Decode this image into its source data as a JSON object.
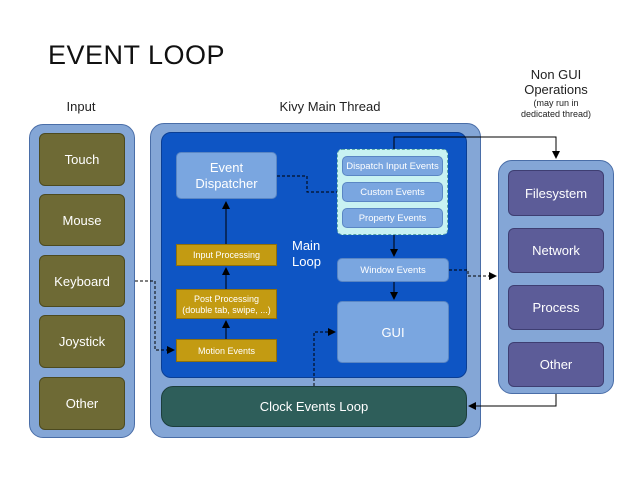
{
  "title": "EVENT LOOP",
  "headers": {
    "input": "Input",
    "main_thread": "Kivy Main Thread",
    "non_gui_line1": "Non GUI",
    "non_gui_line2": "Operations",
    "non_gui_note1": "(may run in",
    "non_gui_note2": "dedicated thread)"
  },
  "input_items": [
    "Touch",
    "Mouse",
    "Keyboard",
    "Joystick",
    "Other"
  ],
  "main": {
    "event_dispatcher_line1": "Event",
    "event_dispatcher_line2": "Dispatcher",
    "dispatch_input_events": "Dispatch Input Events",
    "custom_events": "Custom Events",
    "property_events": "Property Events",
    "main_loop_line1": "Main",
    "main_loop_line2": "Loop",
    "window_events": "Window Events",
    "gui": "GUI",
    "input_processing": "Input Processing",
    "post_processing_line1": "Post Processing",
    "post_processing_line2": "(double tab, swipe, ...)",
    "motion_events": "Motion Events",
    "clock_events_loop": "Clock Events Loop"
  },
  "non_gui_items": [
    "Filesystem",
    "Network",
    "Process",
    "Other"
  ],
  "colors": {
    "panel": "#84a6d6",
    "main_loop_area": "#0e55c4",
    "input_item": "#6e6a35",
    "non_gui_item": "#5c5c98",
    "processing": "#c39b12",
    "clock": "#2e5e5a",
    "events_group": "#c8f2f2"
  }
}
